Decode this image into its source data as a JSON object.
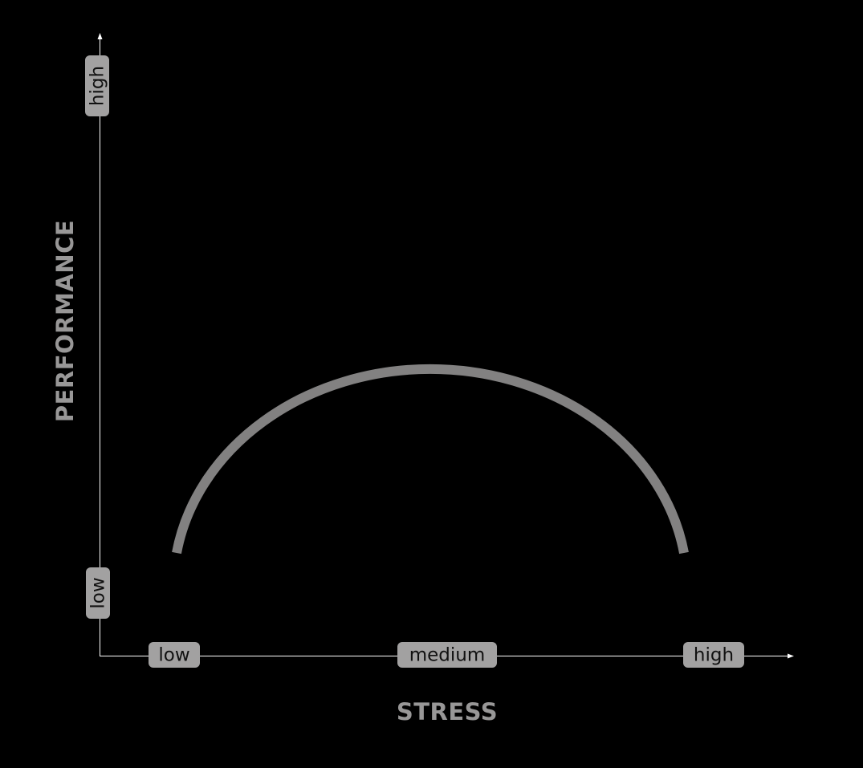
{
  "diagram": {
    "x_axis": {
      "title": "STRESS",
      "ticks": [
        "low",
        "medium",
        "high"
      ]
    },
    "y_axis": {
      "title": "PERFORMANCE",
      "ticks": [
        "low",
        "high"
      ]
    },
    "curve": {
      "shape": "inverted-u",
      "peak_at": "medium"
    },
    "colors": {
      "background": "#000000",
      "axis": "#ffffff",
      "curve": "#828181",
      "label_pill": "#a2a1a1",
      "label_text": "#111111",
      "axis_title": "#989797"
    }
  }
}
